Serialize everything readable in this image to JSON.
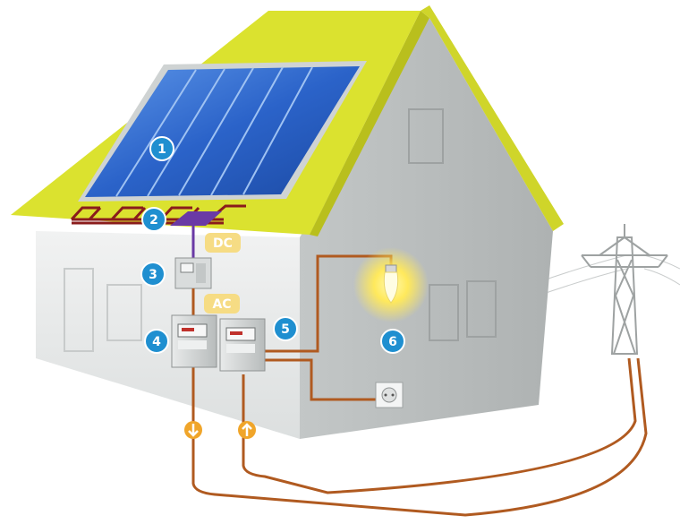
{
  "diagram": {
    "callouts": [
      {
        "number": "1"
      },
      {
        "number": "2"
      },
      {
        "number": "3"
      },
      {
        "number": "4"
      },
      {
        "number": "5"
      },
      {
        "number": "6"
      }
    ],
    "current_labels": {
      "dc": "DC",
      "ac": "AC"
    },
    "colors": {
      "roof": "#dbe22f",
      "wall_front": "#e6e8e8",
      "wall_side": "#b8bcbc",
      "solar_panel": "#2b63c9",
      "cable": "#b05a20",
      "panel_wiring": "#8a1c1c",
      "callout": "#1f8fd0",
      "label_badge": "#f6dc84",
      "bulb_glow": "#ffe95c",
      "arrow_badge": "#f0a52a"
    },
    "icons": [
      "solar-panel-icon",
      "inverter-icon",
      "meter-icon",
      "light-bulb-icon",
      "power-socket-icon",
      "pylon-icon",
      "arrow-down-icon",
      "arrow-up-icon"
    ]
  }
}
